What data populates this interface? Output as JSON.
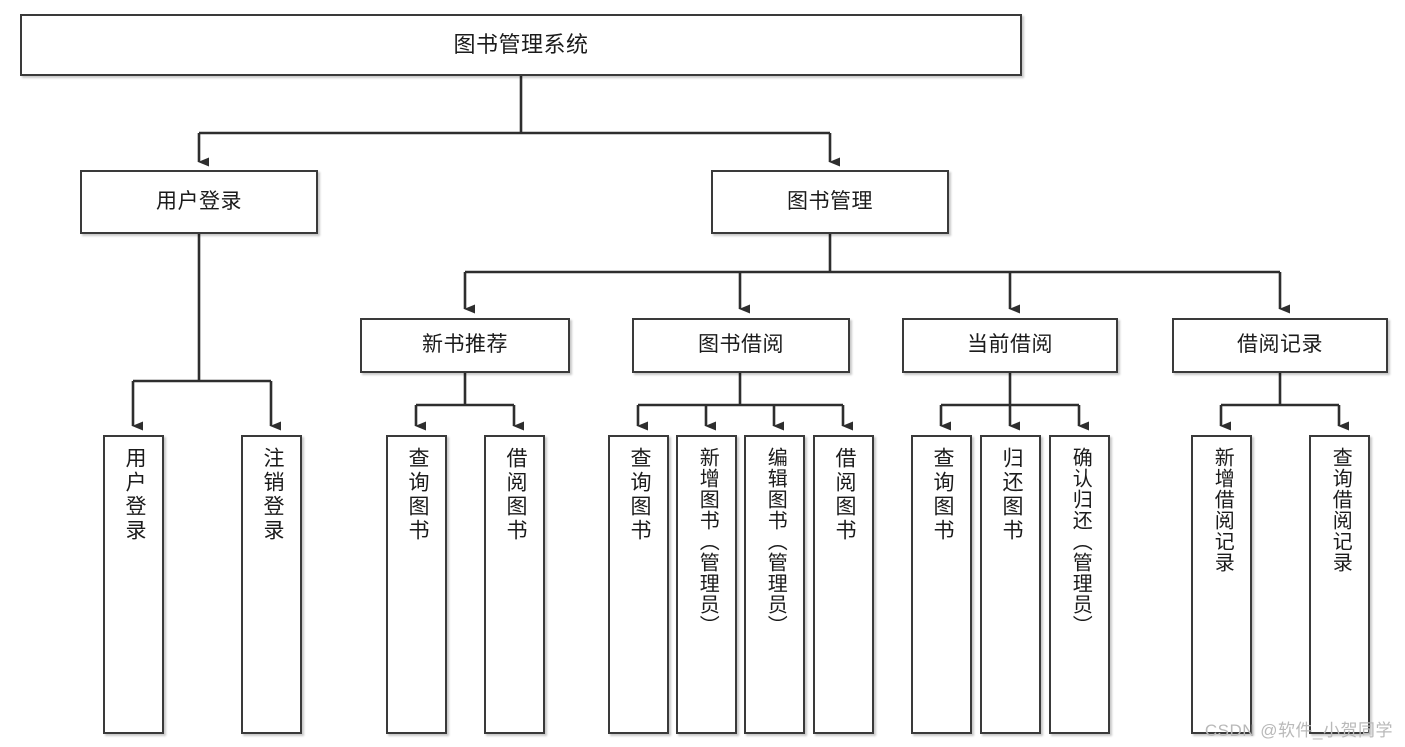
{
  "diagram": {
    "type": "tree-hierarchy-chart",
    "title": "图书管理系统",
    "orientation": "top-down",
    "colors": {
      "node_border": "#3a3a3a",
      "node_fill": "#ffffff",
      "edge": "#2e2e2e",
      "text": "#1b1b1b",
      "watermark": "#b9b9b9",
      "background": "#ffffff"
    },
    "levels": {
      "root": [
        "图书管理系统"
      ],
      "level1": [
        "用户登录",
        "图书管理"
      ],
      "level2": [
        "新书推荐",
        "图书借阅",
        "当前借阅",
        "借阅记录"
      ],
      "level3": [
        "用户登录",
        "注销登录",
        "查询图书",
        "借阅图书",
        "查询图书",
        "新增图书（管理员）",
        "编辑图书（管理员）",
        "借阅图书",
        "查询图书",
        "归还图书",
        "确认归还（管理员）",
        "新增借阅记录",
        "查询借阅记录"
      ]
    },
    "nodes": {
      "root": {
        "id": "root",
        "label": "图书管理系统"
      },
      "user_login": {
        "id": "user-login",
        "label": "用户登录"
      },
      "book_manage": {
        "id": "book-manage",
        "label": "图书管理"
      },
      "new_book_rec": {
        "id": "new-book-recommend",
        "label": "新书推荐"
      },
      "book_borrow": {
        "id": "book-borrow",
        "label": "图书借阅"
      },
      "current_borrow": {
        "id": "current-borrow",
        "label": "当前借阅"
      },
      "borrow_record": {
        "id": "borrow-record",
        "label": "借阅记录"
      },
      "leaf_user_login": {
        "id": "leaf-user-login",
        "label": "用户登录"
      },
      "leaf_logout": {
        "id": "leaf-logout",
        "label": "注销登录"
      },
      "leaf_query_book_1": {
        "id": "leaf-query-book-1",
        "label": "查询图书"
      },
      "leaf_borrow_book_1": {
        "id": "leaf-borrow-book-1",
        "label": "借阅图书"
      },
      "leaf_query_book_2": {
        "id": "leaf-query-book-2",
        "label": "查询图书"
      },
      "leaf_add_book": {
        "id": "leaf-add-book",
        "label": "新增图书（管理员）"
      },
      "leaf_edit_book": {
        "id": "leaf-edit-book",
        "label": "编辑图书（管理员）"
      },
      "leaf_borrow_book_2": {
        "id": "leaf-borrow-book-2",
        "label": "借阅图书"
      },
      "leaf_query_book_3": {
        "id": "leaf-query-book-3",
        "label": "查询图书"
      },
      "leaf_return_book": {
        "id": "leaf-return-book",
        "label": "归还图书"
      },
      "leaf_confirm_return": {
        "id": "leaf-confirm-return",
        "label": "确认归还（管理员）"
      },
      "leaf_add_record": {
        "id": "leaf-add-record",
        "label": "新增借阅记录"
      },
      "leaf_query_record": {
        "id": "leaf-query-record",
        "label": "查询借阅记录"
      }
    },
    "edges": [
      {
        "from": "图书管理系统",
        "to": "用户登录"
      },
      {
        "from": "图书管理系统",
        "to": "图书管理"
      },
      {
        "from": "用户登录",
        "to": "用户登录"
      },
      {
        "from": "用户登录",
        "to": "注销登录"
      },
      {
        "from": "图书管理",
        "to": "新书推荐"
      },
      {
        "from": "图书管理",
        "to": "图书借阅"
      },
      {
        "from": "图书管理",
        "to": "当前借阅"
      },
      {
        "from": "图书管理",
        "to": "借阅记录"
      },
      {
        "from": "新书推荐",
        "to": "查询图书"
      },
      {
        "from": "新书推荐",
        "to": "借阅图书"
      },
      {
        "from": "图书借阅",
        "to": "查询图书"
      },
      {
        "from": "图书借阅",
        "to": "新增图书（管理员）"
      },
      {
        "from": "图书借阅",
        "to": "编辑图书（管理员）"
      },
      {
        "from": "图书借阅",
        "to": "借阅图书"
      },
      {
        "from": "当前借阅",
        "to": "查询图书"
      },
      {
        "from": "当前借阅",
        "to": "归还图书"
      },
      {
        "from": "当前借阅",
        "to": "确认归还（管理员）"
      },
      {
        "from": "借阅记录",
        "to": "新增借阅记录"
      },
      {
        "from": "借阅记录",
        "to": "查询借阅记录"
      }
    ]
  },
  "watermark": {
    "text": "CSDN @软件_小贺同学"
  }
}
